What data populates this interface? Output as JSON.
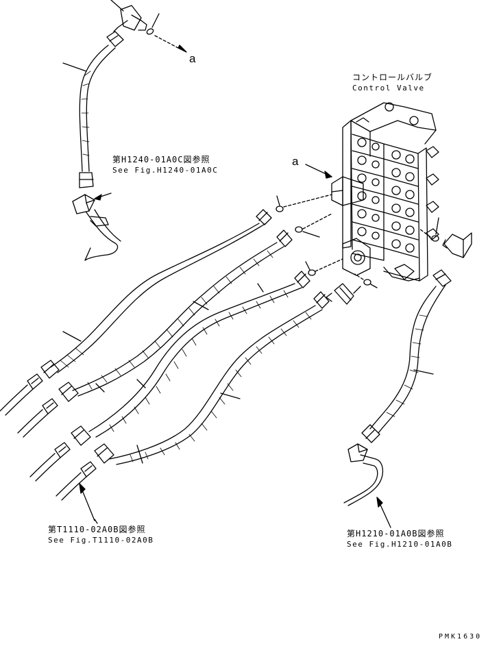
{
  "labels": {
    "control_valve_jp": "コントロールバルブ",
    "control_valve_en": "Control Valve",
    "ref_h1240_jp": "第H1240-01A0C図参照",
    "ref_h1240_en": "See Fig.H1240-01A0C",
    "ref_t1110_jp": "第T1110-02A0B図参照",
    "ref_t1110_en": "See Fig.T1110-02A0B",
    "ref_h1210_jp": "第H1210-01A0B図参照",
    "ref_h1210_en": "See Fig.H1210-01A0B",
    "marker_a_top": "a",
    "marker_a_valve": "a",
    "drawing_code": "PMK1630"
  },
  "colors": {
    "ink": "#000000",
    "paper": "#ffffff"
  }
}
